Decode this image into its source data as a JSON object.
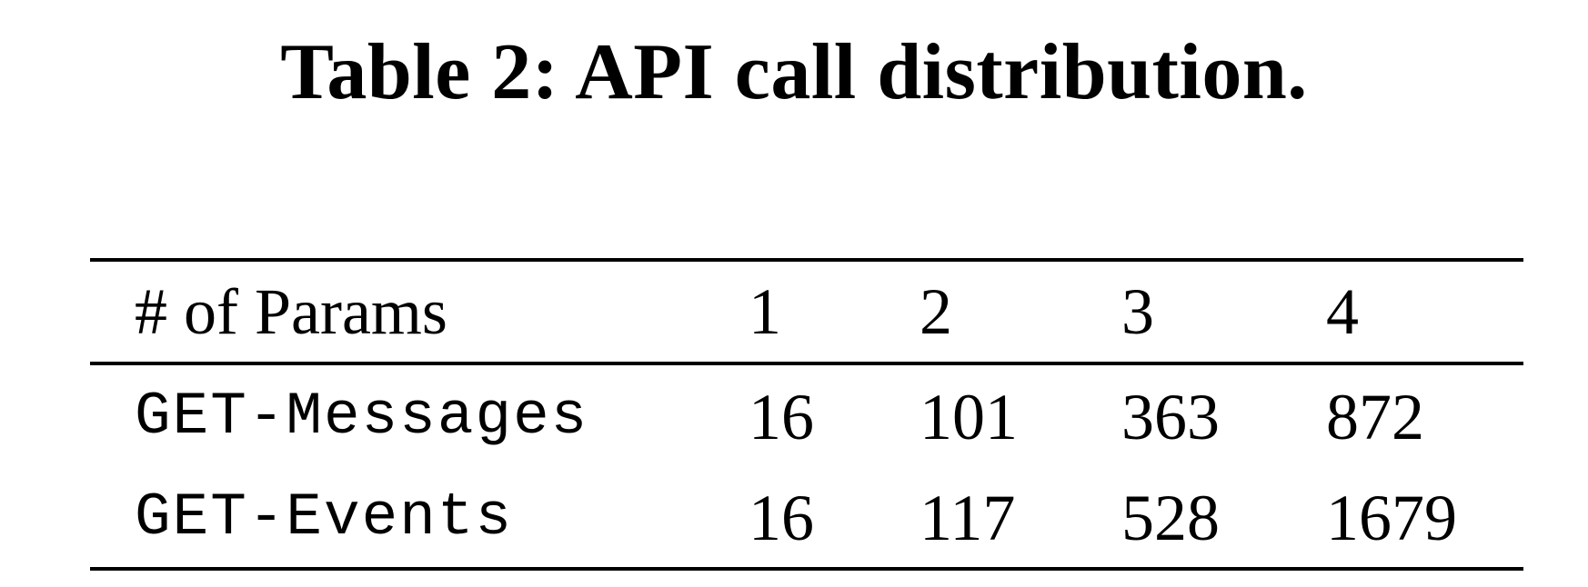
{
  "caption": "Table 2: API call distribution.",
  "table": {
    "header": {
      "label": "# of Params",
      "cols": [
        "1",
        "2",
        "3",
        "4"
      ]
    },
    "rows": [
      {
        "label": "GET-Messages",
        "values": [
          "16",
          "101",
          "363",
          "872"
        ]
      },
      {
        "label": "GET-Events",
        "values": [
          "16",
          "117",
          "528",
          "1679"
        ]
      }
    ]
  }
}
